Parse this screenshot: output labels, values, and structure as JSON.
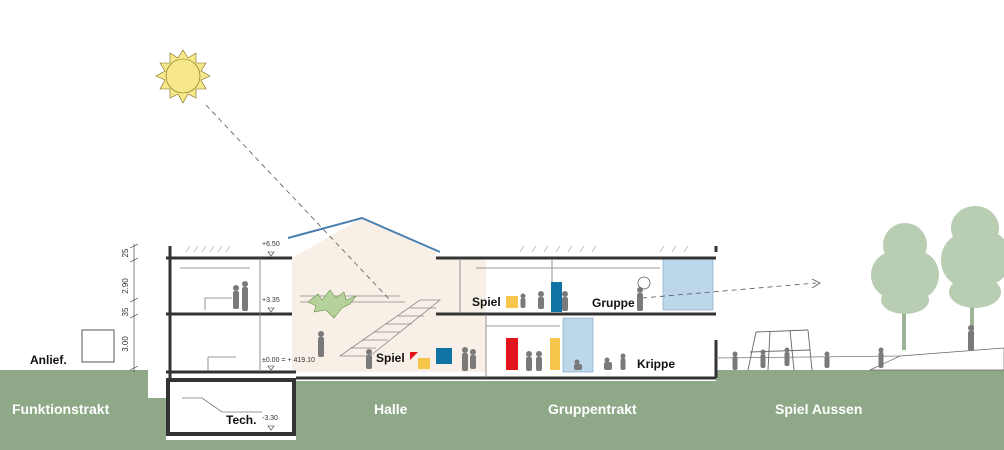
{
  "zones": {
    "funktionstrakt": "Funktionstrakt",
    "halle": "Halle",
    "gruppentrakt": "Gruppentrakt",
    "spiel_aussen": "Spiel Aussen"
  },
  "rooms": {
    "anlief": "Anlief.",
    "tech": "Tech.",
    "spiel_ground": "Spiel",
    "spiel_upper": "Spiel",
    "gruppe": "Gruppe",
    "krippe": "Krippe"
  },
  "levels": {
    "roof": "+6.50",
    "upper": "+3.35",
    "ground": "±0.00 = + 419.10",
    "basement": "-3.30"
  },
  "dimensions": [
    "25",
    "2.90",
    "35",
    "3.00"
  ],
  "colors": {
    "ground": "#8fa887",
    "hall_interior": "#f8f0e6",
    "roof_line": "#4a7fb0",
    "sun": "#f6e88a",
    "tree": "#b8cdb2",
    "plant": "#b5d29a",
    "glass": "#bcd6ea",
    "red_block": "#e3141b",
    "yellow_block": "#f5c64a",
    "blue_block": "#0f74a3"
  }
}
